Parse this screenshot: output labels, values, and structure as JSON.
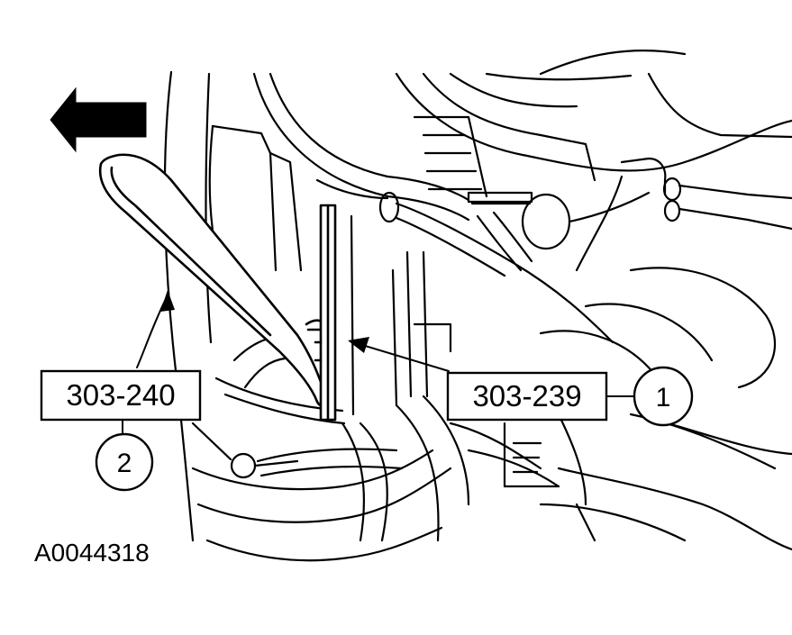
{
  "figure_id": "A0044318",
  "callouts": [
    {
      "number": "1",
      "tool": "303-239"
    },
    {
      "number": "2",
      "tool": "303-240"
    }
  ],
  "icons": {
    "direction_arrow": "left-arrow-icon"
  },
  "colors": {
    "ink": "#000000",
    "paper": "#ffffff"
  }
}
